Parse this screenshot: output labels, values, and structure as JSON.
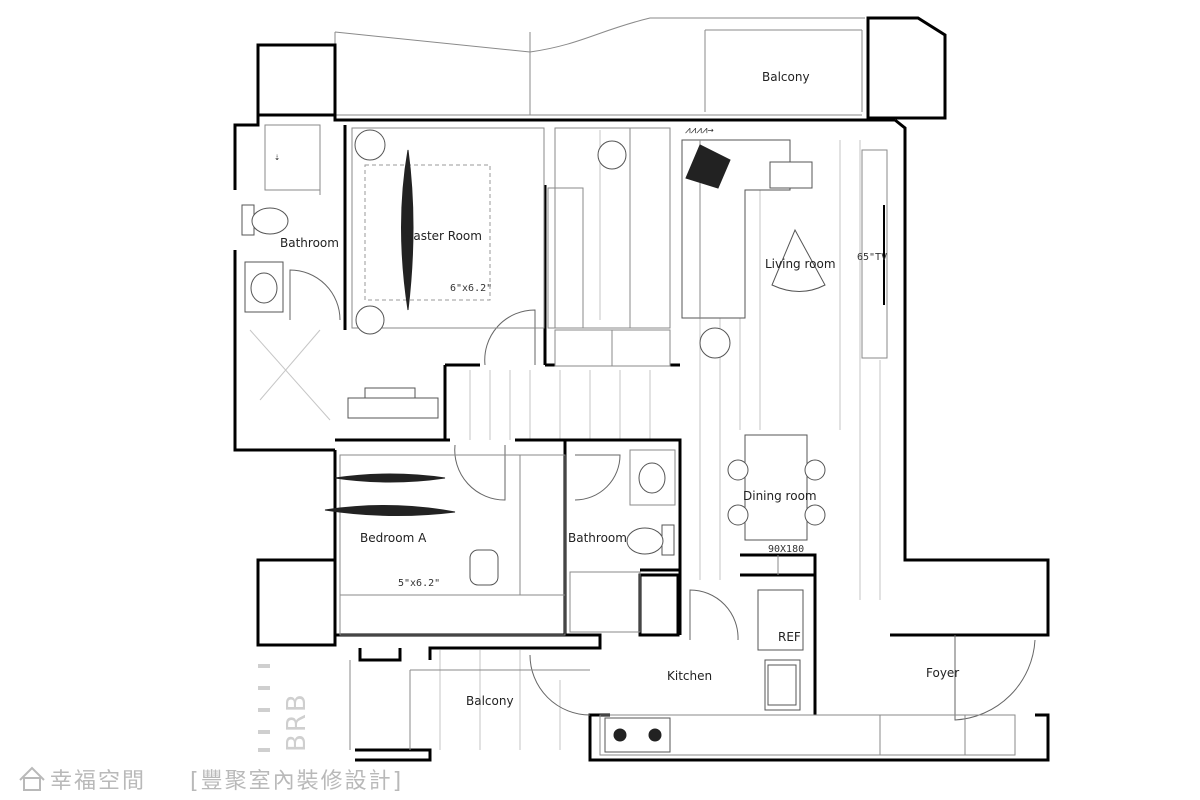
{
  "rooms": {
    "balcony_top": "Balcony",
    "bathroom_master": "Bathroom",
    "master_room": "Master Room",
    "living_room": "Living room",
    "tv": "65\"TV",
    "dining_room": "Dining room",
    "bedroom_a": "Bedroom A",
    "bathroom_b": "Bathroom",
    "kitchen": "Kitchen",
    "ref": "REF",
    "foyer": "Foyer",
    "balcony_bottom": "Balcony"
  },
  "dimensions": {
    "master_bed": "6\"x6.2\"",
    "bedroom_bed": "5\"x6.2\"",
    "dining_table": "90X180"
  },
  "watermark": {
    "brand": "幸福空間",
    "designer": "[豐聚室內裝修設計]",
    "logo_text": "BRB"
  },
  "icons": {
    "watermark": "house-outline-icon"
  }
}
